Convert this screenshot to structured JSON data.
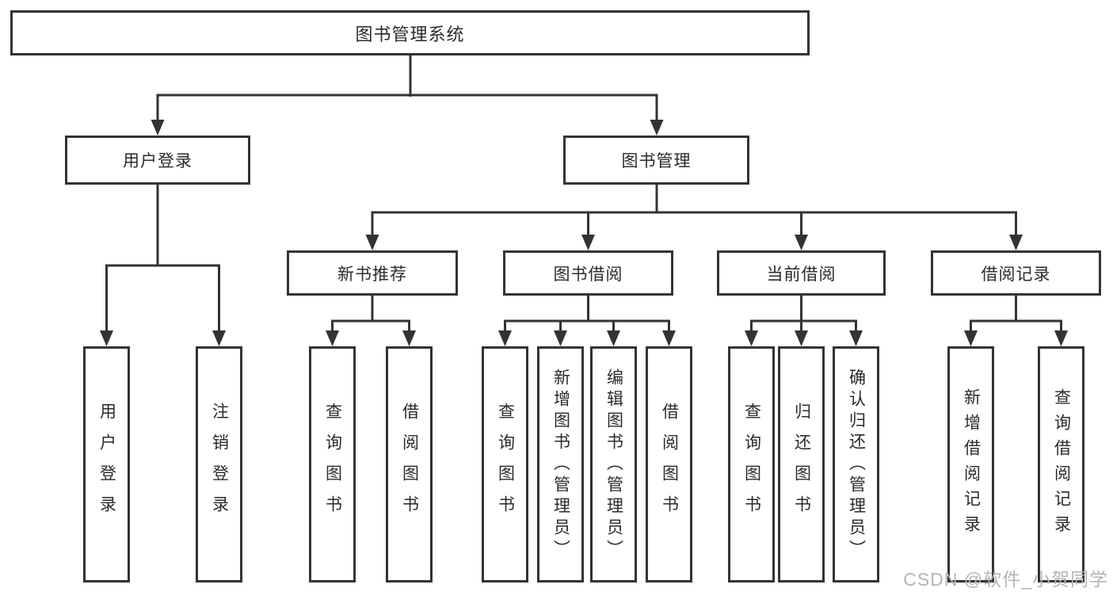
{
  "colors": {
    "ink": "#333333",
    "box_background": "#ffffff",
    "watermark": "#b4b4b4"
  },
  "watermark": "CSDN @软件_小贺同学",
  "nodes": {
    "root": "图书管理系统",
    "user_login": "用户登录",
    "book_management": "图书管理",
    "new_book_recommend": "新书推荐",
    "book_borrowing": "图书借阅",
    "current_borrowing": "当前借阅",
    "borrowing_records": "借阅记录",
    "login": "用户登录",
    "logout": "注销登录",
    "recommend_query_books": "查询图书",
    "recommend_borrow_books": "借阅图书",
    "borrowing_query_books": "查询图书",
    "borrowing_add_books": "新增图书（管理员）",
    "borrowing_edit_books": "编辑图书（管理员）",
    "borrowing_borrow_books": "借阅图书",
    "current_query_books": "查询图书",
    "current_return_books": "归还图书",
    "current_confirm_return": "确认归还（管理员）",
    "records_add": "新增借阅记录",
    "records_query": "查询借阅记录"
  }
}
